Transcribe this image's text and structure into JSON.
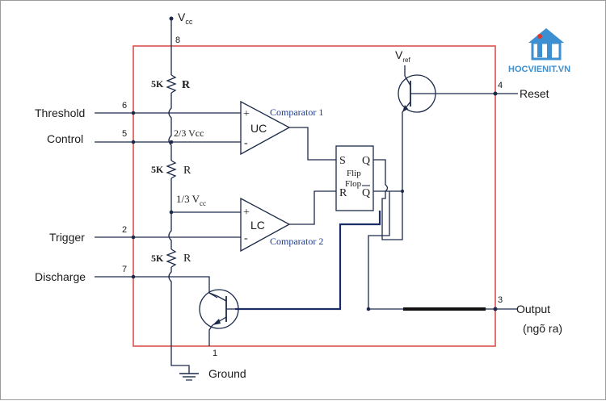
{
  "brand": {
    "logo_text": "HOCVIENIT.VN",
    "colors": {
      "blue": "#3c8fd0",
      "red": "#e0362a"
    }
  },
  "ic_border_color": "#d9534f",
  "supply": {
    "label_main": "V",
    "label_sub": "cc"
  },
  "vref": {
    "label_main": "V",
    "label_sub": "ref"
  },
  "pins": {
    "vcc": {
      "number": "8"
    },
    "threshold": {
      "number": "6",
      "label": "Threshold"
    },
    "control": {
      "number": "5",
      "label": "Control"
    },
    "trigger": {
      "number": "2",
      "label": "Trigger"
    },
    "discharge": {
      "number": "7",
      "label": "Discharge"
    },
    "reset": {
      "number": "4",
      "label": "Reset"
    },
    "output": {
      "number": "3",
      "label": "Output",
      "note": "(ngõ ra)"
    },
    "ground": {
      "number": "1",
      "label": "Ground"
    }
  },
  "resistors": [
    {
      "value": "5K",
      "name": "R"
    },
    {
      "value": "5K",
      "name": "R"
    },
    {
      "value": "5K",
      "name": "R"
    }
  ],
  "levels": {
    "two_thirds": "2/3 Vcc",
    "one_third_main": "1/3 V",
    "one_third_sub": "cc"
  },
  "comparators": {
    "upper": {
      "tag": "UC",
      "name": "Comparator 1",
      "plus": "+",
      "minus": "-"
    },
    "lower": {
      "tag": "LC",
      "name": "Comparator 2",
      "plus": "+",
      "minus": "-"
    }
  },
  "flipflop": {
    "s": "S",
    "r": "R",
    "q": "Q",
    "qbar": "Q",
    "line1": "Flip",
    "line2": "Flop"
  }
}
